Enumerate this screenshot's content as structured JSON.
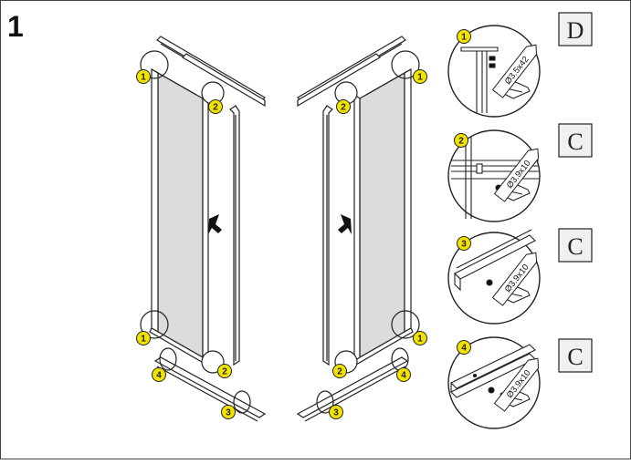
{
  "step": {
    "number": "1"
  },
  "callouts": {
    "c1": "1",
    "c2": "2",
    "c3": "3",
    "c4": "4"
  },
  "details": [
    {
      "num": "1",
      "screw": "Ø3.5x42",
      "tag": "D"
    },
    {
      "num": "2",
      "screw": "Ø3.9x10",
      "tag": "C"
    },
    {
      "num": "3",
      "screw": "Ø3.9x10",
      "tag": "C"
    },
    {
      "num": "4",
      "screw": "Ø3.9x10",
      "tag": "C"
    }
  ],
  "colors": {
    "callout_fill": "#f2e200",
    "panel_fill": "#dcdcdc",
    "line": "#222222",
    "tag_fill": "#f0f0f0"
  }
}
